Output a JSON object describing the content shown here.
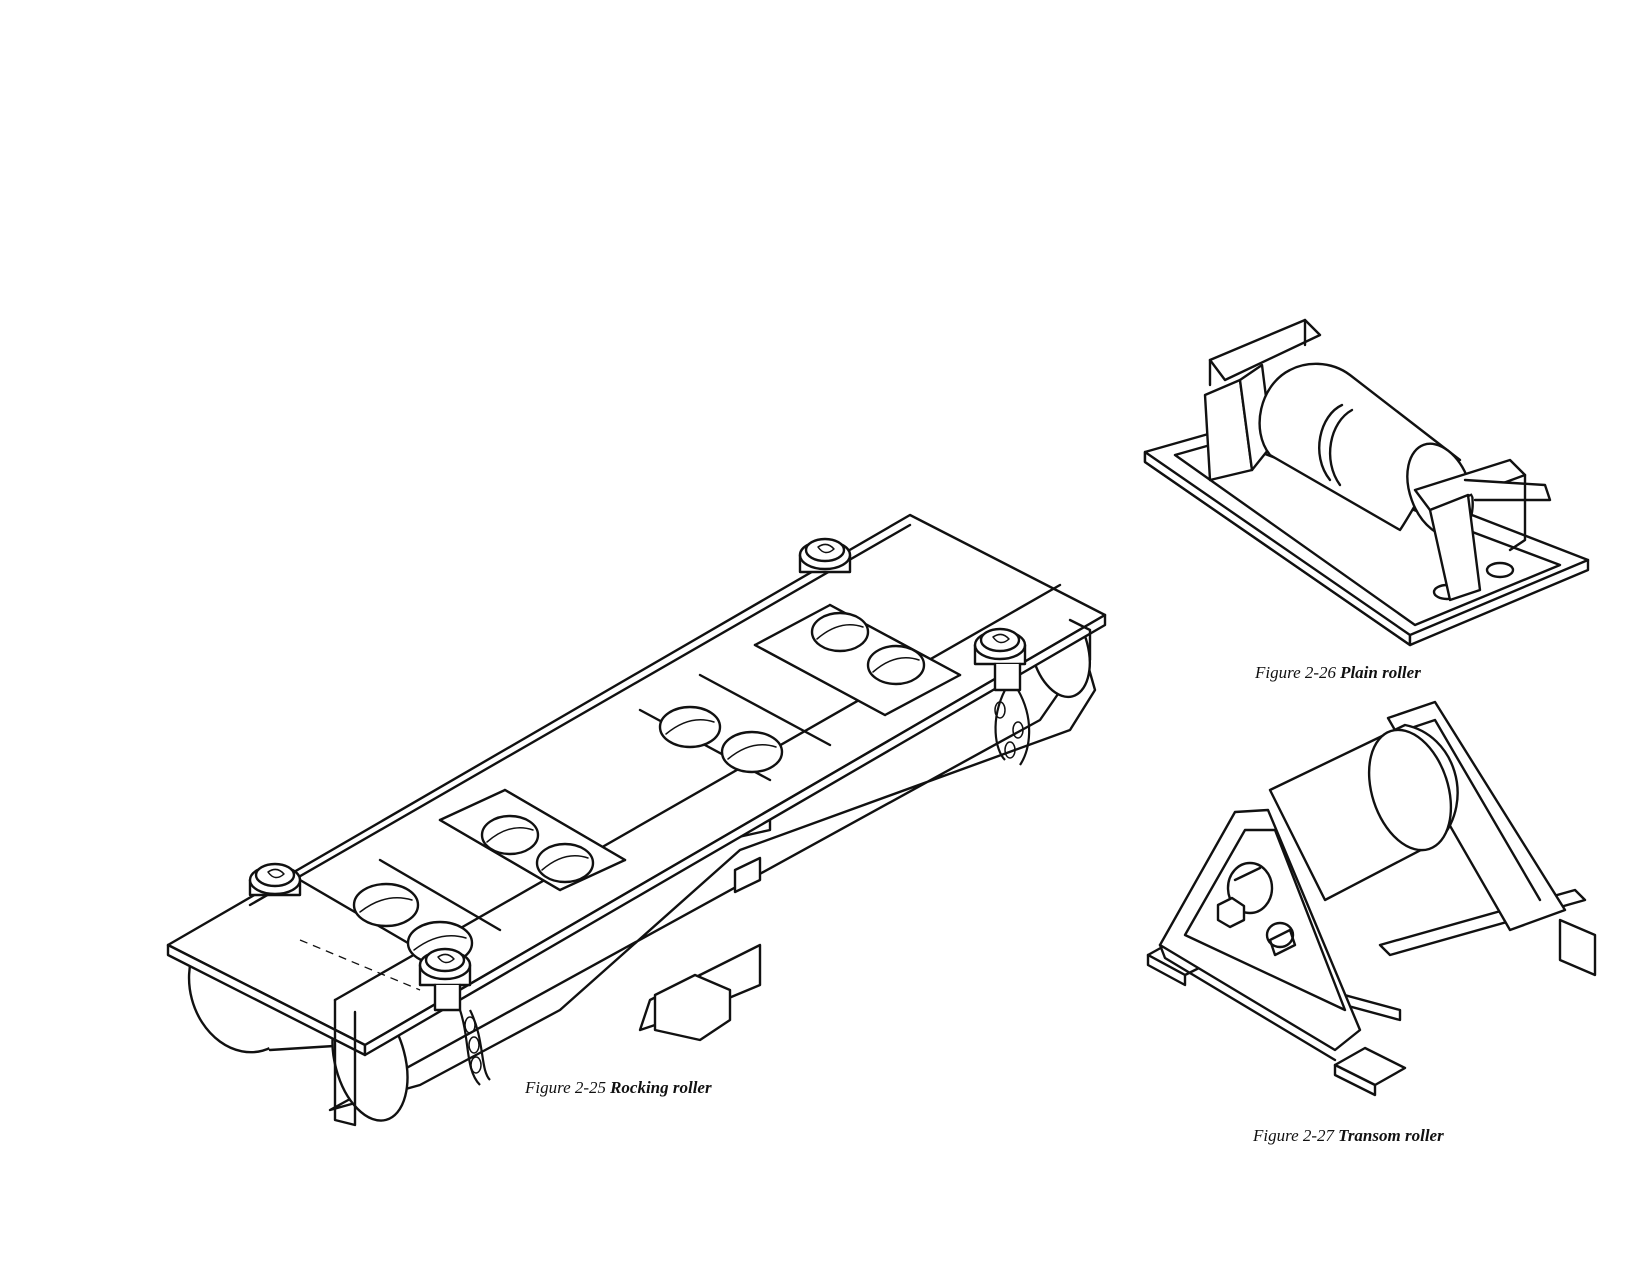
{
  "figures": {
    "rocking": {
      "number": "Figure 2-25",
      "title": "Rocking roller"
    },
    "plain": {
      "number": "Figure 2-26",
      "title": "Plain roller"
    },
    "transom": {
      "number": "Figure 2-27",
      "title": "Transom roller"
    }
  }
}
